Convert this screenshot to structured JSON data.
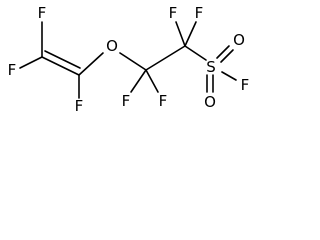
{
  "molecule": {
    "atoms": {
      "f_top_vinyl": "F",
      "f_left_vinyl": "F",
      "f_bottom_vinyl": "F",
      "o_ether": "O",
      "f_bottom_left": "F",
      "f_bottom_right": "F",
      "f_top_left": "F",
      "f_top_right": "F",
      "s_sulfonyl": "S",
      "o_sulfonyl_top": "O",
      "o_sulfonyl_bottom": "O",
      "f_sulfonyl": "F"
    }
  }
}
